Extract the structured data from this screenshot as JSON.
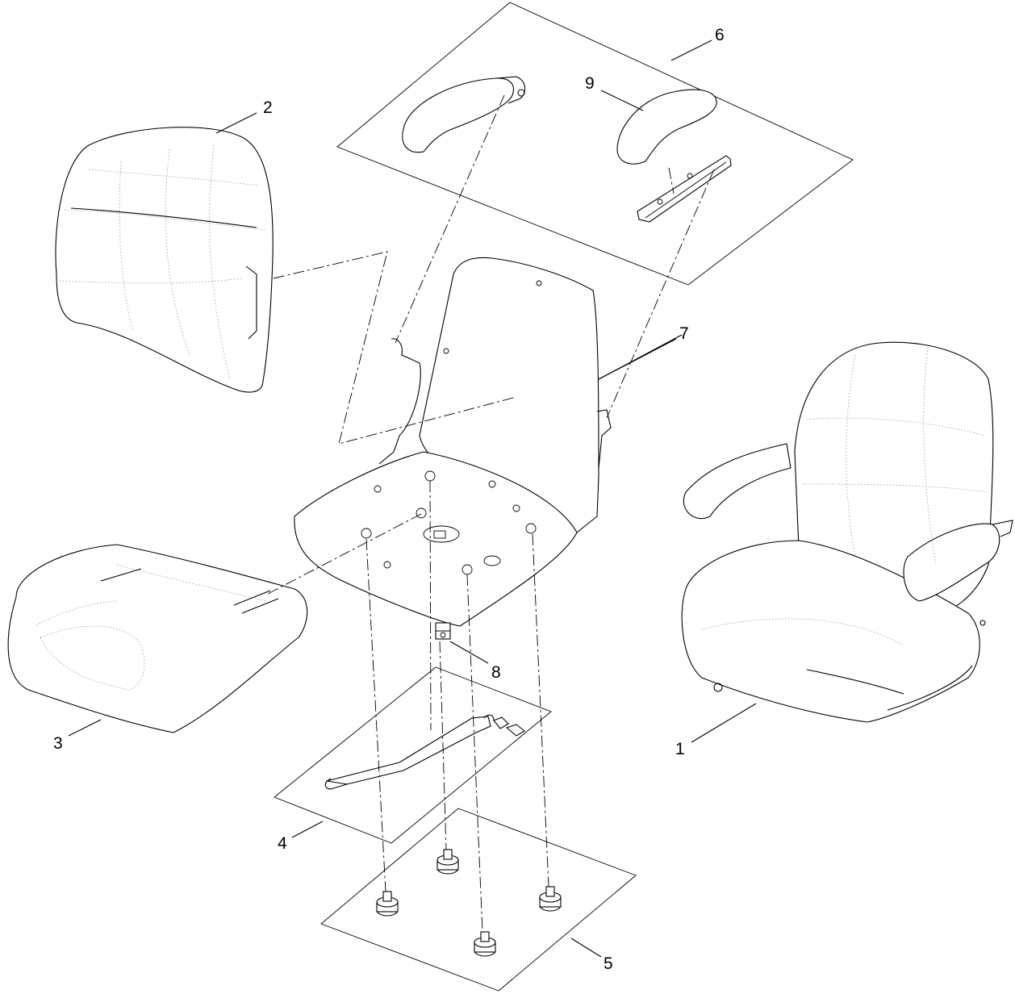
{
  "callouts": {
    "c1": "1",
    "c2": "2",
    "c3": "3",
    "c4": "4",
    "c5": "5",
    "c6": "6",
    "c7": "7",
    "c8": "8",
    "c9": "9"
  },
  "colors": {
    "line": "#000000",
    "background": "#ffffff",
    "hidden_line": "#888888"
  }
}
